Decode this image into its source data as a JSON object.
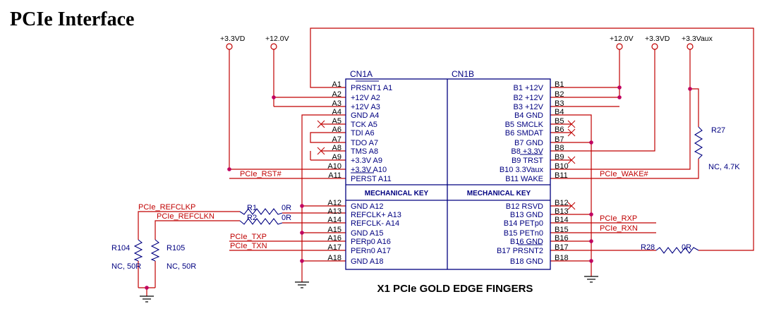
{
  "title": "PCIe Interface",
  "caption": "X1 PCIe GOLD EDGE FINGERS",
  "block_a": "CN1A",
  "block_b": "CN1B",
  "mech_key": "MECHANICAL KEY",
  "power": {
    "p33vd_left": "+3.3VD",
    "p12v_left": "+12.0V",
    "p12v_right": "+12.0V",
    "p33vd_right": "+3.3VD",
    "p33vaux": "+3.3Vaux"
  },
  "pins_a": [
    {
      "num": "A1",
      "signal": "PRSNT1 A1"
    },
    {
      "num": "A2",
      "signal": "+12V  A2"
    },
    {
      "num": "A3",
      "signal": "+12V  A3"
    },
    {
      "num": "A4",
      "signal": "GND A4"
    },
    {
      "num": "A5",
      "signal": "TCK  A5"
    },
    {
      "num": "A6",
      "signal": "TDI A6"
    },
    {
      "num": "A7",
      "signal": "TDO  A7"
    },
    {
      "num": "A8",
      "signal": "TMS  A8"
    },
    {
      "num": "A9",
      "signal": "+3.3V  A9"
    },
    {
      "num": "A10",
      "signal": "+3.3V A10"
    },
    {
      "num": "A11",
      "signal": "PERST A11"
    },
    {
      "num": "A12",
      "signal": "GND A12"
    },
    {
      "num": "A13",
      "signal": "REFCLK+ A13"
    },
    {
      "num": "A14",
      "signal": "REFCLK- A14"
    },
    {
      "num": "A15",
      "signal": "GND A15"
    },
    {
      "num": "A16",
      "signal": "PERp0 A16"
    },
    {
      "num": "A17",
      "signal": "PERn0 A17"
    },
    {
      "num": "A18",
      "signal": "GND A18"
    }
  ],
  "pins_b": [
    {
      "num": "B1",
      "signal": "B1  +12V"
    },
    {
      "num": "B2",
      "signal": "B2  +12V"
    },
    {
      "num": "B3",
      "signal": "B3  +12V"
    },
    {
      "num": "B4",
      "signal": "B4 GND"
    },
    {
      "num": "B5",
      "signal": "B5 SMCLK"
    },
    {
      "num": "B6",
      "signal": "B6  SMDAT"
    },
    {
      "num": "B7",
      "signal": "B7 GND"
    },
    {
      "num": "B8",
      "signal": "B8  +3.3V"
    },
    {
      "num": "B9",
      "signal": "B9  TRST"
    },
    {
      "num": "B10",
      "signal": "B10 3.3Vaux"
    },
    {
      "num": "B11",
      "signal": "B11  WAKE"
    },
    {
      "num": "B12",
      "signal": "B12 RSVD"
    },
    {
      "num": "B13",
      "signal": "B13 GND"
    },
    {
      "num": "B14",
      "signal": "B14 PETp0"
    },
    {
      "num": "B15",
      "signal": "B15 PETn0"
    },
    {
      "num": "B16",
      "signal": "B16 GND"
    },
    {
      "num": "B17",
      "signal": "B17 PRSNT2"
    },
    {
      "num": "B18",
      "signal": "B18 GND"
    }
  ],
  "nets": {
    "rst": "PCIe_RST#",
    "refclkp": "PCIe_REFCLKP",
    "refclkn": "PCIe_REFCLKN",
    "txp": "PCIe_TXP",
    "txn": "PCIe_TXN",
    "wake": "PCIe_WAKE#",
    "rxp": "PCIe_RXP",
    "rxn": "PCIe_RXN"
  },
  "resistors": {
    "r1": {
      "ref": "R1",
      "value": "0R"
    },
    "r2": {
      "ref": "R2",
      "value": "0R"
    },
    "r104": {
      "ref": "R104",
      "value": "NC, 50R"
    },
    "r105": {
      "ref": "R105",
      "value": "NC, 50R"
    },
    "r27": {
      "ref": "R27",
      "value": "NC, 4.7K"
    },
    "r28": {
      "ref": "R28",
      "value": "0R"
    }
  },
  "colors": {
    "wire": "#c00000",
    "wire_dark": "#800000",
    "box": "#000080",
    "junction": "#c00060",
    "power": "#c00000"
  }
}
